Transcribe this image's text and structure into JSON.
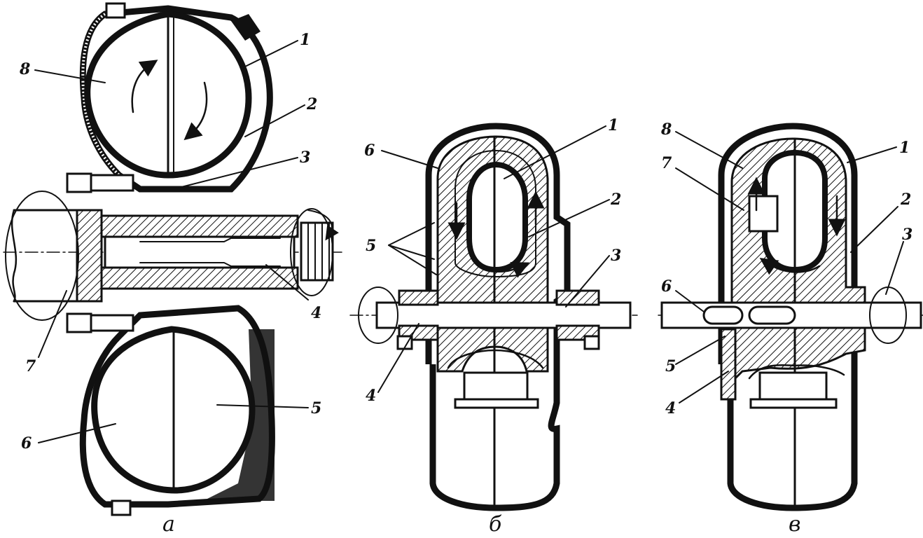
{
  "figure": {
    "panels": [
      {
        "id": "a",
        "caption": "а",
        "labels": [
          "1",
          "2",
          "3",
          "4",
          "5",
          "6",
          "7",
          "8"
        ]
      },
      {
        "id": "b",
        "caption": "б",
        "labels": [
          "1",
          "2",
          "3",
          "4",
          "5",
          "6"
        ]
      },
      {
        "id": "v",
        "caption": "в",
        "labels": [
          "1",
          "2",
          "3",
          "4",
          "5",
          "6",
          "7",
          "8"
        ]
      }
    ]
  }
}
